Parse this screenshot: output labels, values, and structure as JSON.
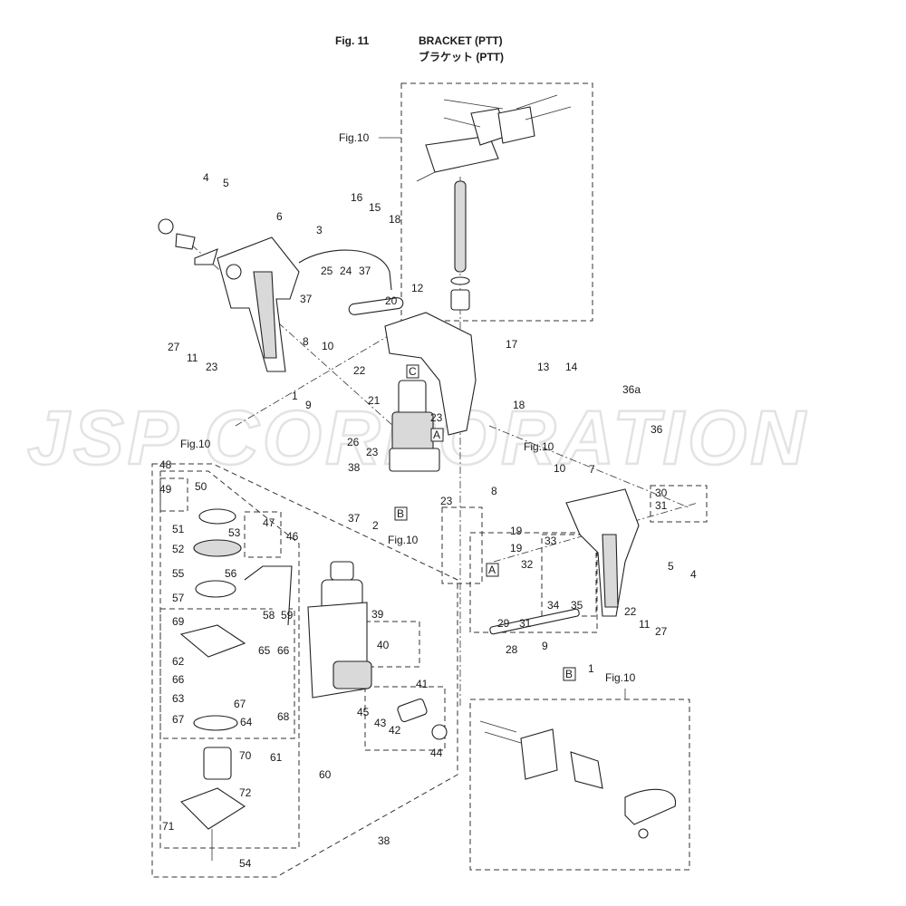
{
  "header": {
    "fig_no": "Fig. 11",
    "title_en": "BRACKET (PTT)",
    "title_jp": "ブラケット (PTT)"
  },
  "watermark": "JSP CORPORATION",
  "references": {
    "fig10": "Fig.10"
  },
  "box_labels": {
    "a": "A",
    "b": "B",
    "c": "C"
  },
  "part_numbers": [
    "1",
    "2",
    "3",
    "4",
    "5",
    "6",
    "7",
    "8",
    "9",
    "10",
    "11",
    "12",
    "13",
    "14",
    "15",
    "16",
    "17",
    "18",
    "19",
    "20",
    "21",
    "22",
    "23",
    "24",
    "25",
    "26",
    "27",
    "28",
    "29",
    "30",
    "31",
    "32",
    "33",
    "34",
    "35",
    "36",
    "36a",
    "37",
    "38",
    "39",
    "40",
    "41",
    "42",
    "43",
    "44",
    "45",
    "46",
    "47",
    "48",
    "49",
    "50",
    "51",
    "52",
    "53",
    "54",
    "55",
    "56",
    "57",
    "58",
    "59",
    "60",
    "61",
    "62",
    "63",
    "64",
    "65",
    "66",
    "67",
    "68",
    "69",
    "70",
    "71",
    "72"
  ]
}
